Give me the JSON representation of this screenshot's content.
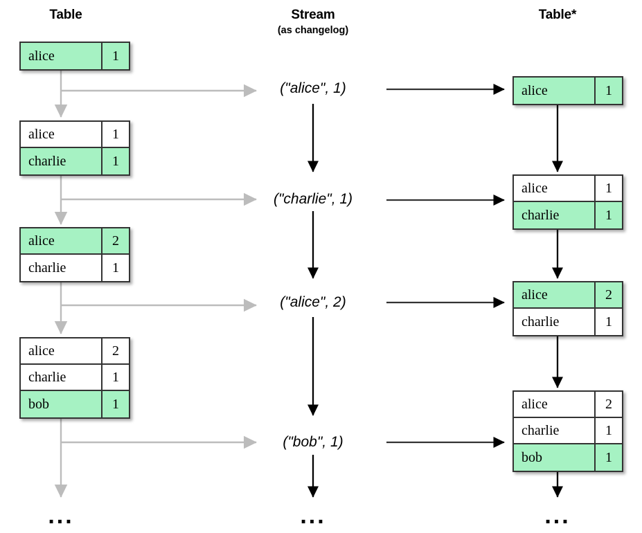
{
  "diagram": {
    "title_left": "Table",
    "title_center": "Stream",
    "subtitle_center": "(as changelog)",
    "title_right": "Table*",
    "ellipsis": "...",
    "colors": {
      "highlight": "#a6f2c3",
      "border": "#333333",
      "arrow_gray": "#bcbcbc",
      "arrow_black": "#000000",
      "background": "#ffffff"
    }
  },
  "left_tables": [
    {
      "id": "left-table-1",
      "rows": [
        {
          "key": "alice",
          "value": "1",
          "highlight": true
        }
      ]
    },
    {
      "id": "left-table-2",
      "rows": [
        {
          "key": "alice",
          "value": "1",
          "highlight": false
        },
        {
          "key": "charlie",
          "value": "1",
          "highlight": true
        }
      ]
    },
    {
      "id": "left-table-3",
      "rows": [
        {
          "key": "alice",
          "value": "2",
          "highlight": true
        },
        {
          "key": "charlie",
          "value": "1",
          "highlight": false
        }
      ]
    },
    {
      "id": "left-table-4",
      "rows": [
        {
          "key": "alice",
          "value": "2",
          "highlight": false
        },
        {
          "key": "charlie",
          "value": "1",
          "highlight": false
        },
        {
          "key": "bob",
          "value": "1",
          "highlight": true
        }
      ]
    }
  ],
  "stream_events": [
    {
      "id": "stream-event-1",
      "text": "(\"alice\", 1)"
    },
    {
      "id": "stream-event-2",
      "text": "(\"charlie\", 1)"
    },
    {
      "id": "stream-event-3",
      "text": "(\"alice\", 2)"
    },
    {
      "id": "stream-event-4",
      "text": "(\"bob\", 1)"
    }
  ],
  "right_tables": [
    {
      "id": "right-table-1",
      "rows": [
        {
          "key": "alice",
          "value": "1",
          "highlight": true
        }
      ]
    },
    {
      "id": "right-table-2",
      "rows": [
        {
          "key": "alice",
          "value": "1",
          "highlight": false
        },
        {
          "key": "charlie",
          "value": "1",
          "highlight": true
        }
      ]
    },
    {
      "id": "right-table-3",
      "rows": [
        {
          "key": "alice",
          "value": "2",
          "highlight": true
        },
        {
          "key": "charlie",
          "value": "1",
          "highlight": false
        }
      ]
    },
    {
      "id": "right-table-4",
      "rows": [
        {
          "key": "alice",
          "value": "2",
          "highlight": false
        },
        {
          "key": "charlie",
          "value": "1",
          "highlight": false
        },
        {
          "key": "bob",
          "value": "1",
          "highlight": true
        }
      ]
    }
  ]
}
